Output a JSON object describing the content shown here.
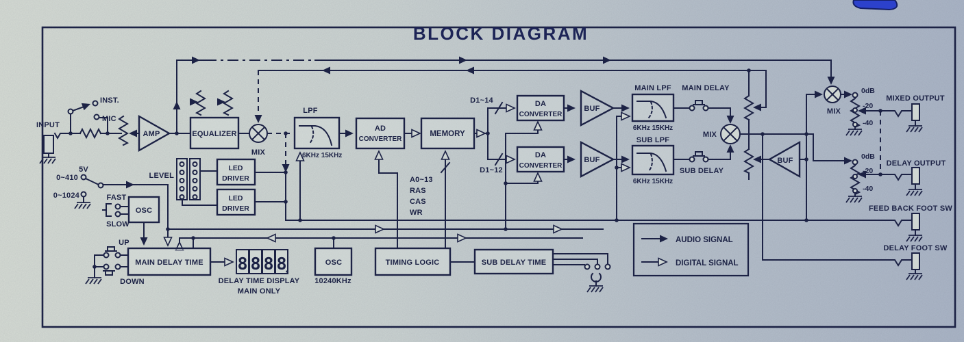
{
  "title": "BLOCK DIAGRAM",
  "colors": {
    "ink": "#1c2245",
    "paper": "#cfd6d3",
    "blue_tab": "#2c41cc"
  },
  "input": {
    "label": "INPUT",
    "inst": "INST.",
    "mic": "MIC"
  },
  "blocks": {
    "amp": "AMP",
    "equalizer": "EQUALIZER",
    "mix": "MIX",
    "lpf": "LPF",
    "lpf_freq": "6KHz 15KHz",
    "ad": "AD",
    "da": "DA",
    "converter": "CONVERTER",
    "memory": "MEMORY",
    "buf": "BUF",
    "main_lpf": "MAIN LPF",
    "sub_lpf": "SUB LPF",
    "main_delay": "MAIN DELAY",
    "sub_delay": "SUB DELAY",
    "led": "LED",
    "driver": "DRIVER",
    "level": "LEVEL",
    "osc": "OSC",
    "main_delay_time": "MAIN DELAY TIME",
    "timing_logic": "TIMING LOGIC",
    "sub_delay_time": "SUB DELAY TIME"
  },
  "signals": {
    "d1_14": "D1~14",
    "d1_12": "D1~12",
    "a0_13": "A0~13",
    "ras": "RAS",
    "cas": "CAS",
    "wr": "WR"
  },
  "controls": {
    "v5": "5V",
    "range_410": "0~410",
    "range_1024": "0~1024",
    "fast": "FAST",
    "slow": "SLOW",
    "up": "UP",
    "down": "DOWN"
  },
  "display": {
    "digits": [
      "8",
      "8",
      "8",
      "8"
    ],
    "caption_line1": "DELAY TIME DISPLAY",
    "caption_line2": "MAIN ONLY",
    "osc_freq": "10240KHz"
  },
  "outputs": {
    "db0": "0dB",
    "db20": "-20",
    "db40": "-40",
    "mixed": "MIXED OUTPUT",
    "delay": "DELAY OUTPUT",
    "feedback_foot_sw": "FEED BACK FOOT SW",
    "delay_foot_sw": "DELAY FOOT SW"
  },
  "legend": {
    "audio": "AUDIO SIGNAL",
    "digital": "DIGITAL SIGNAL"
  }
}
